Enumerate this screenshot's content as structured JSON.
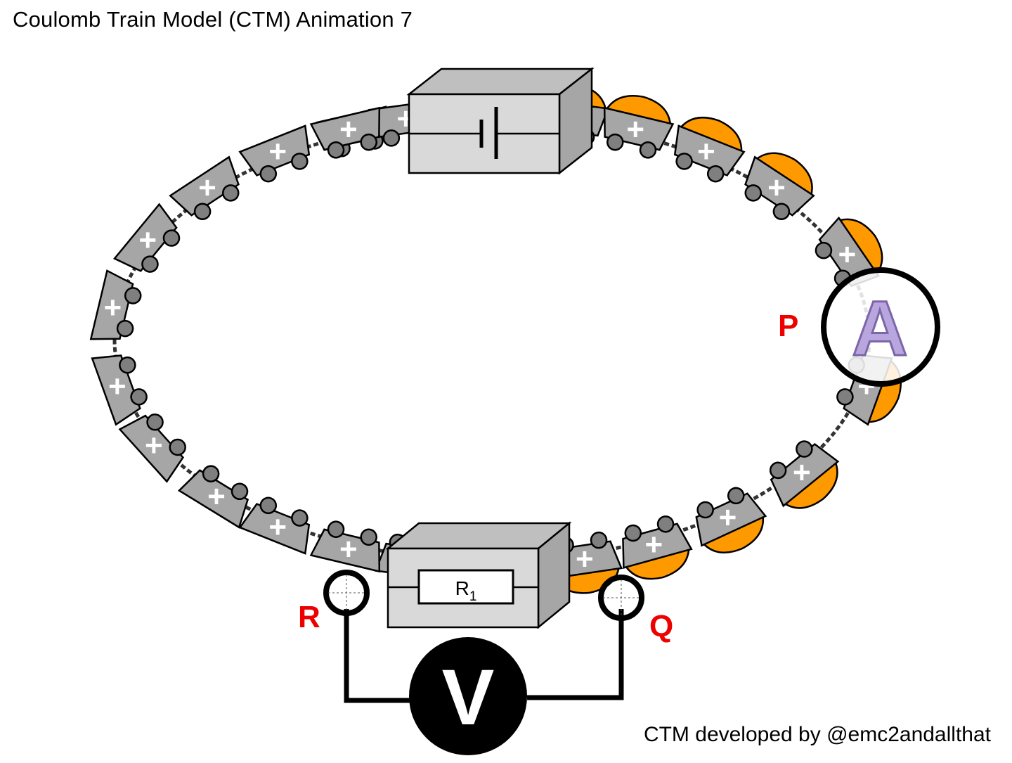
{
  "title": "Coulomb Train Model (CTM) Animation 7",
  "credit": "CTM developed by @emc2andallthat",
  "labels": {
    "point_p": "P",
    "point_q": "Q",
    "point_r": "R"
  },
  "ammeter": {
    "symbol": "A"
  },
  "voltmeter": {
    "symbol": "V"
  },
  "resistor": {
    "label": "R",
    "subscript": "1"
  },
  "cart": {
    "symbol": "+"
  },
  "colors": {
    "cart_body": "#a6a6a6",
    "wheel": "#7f7f7f",
    "energy_load": "#ff9900",
    "label_red": "#ee0000",
    "box_face": "#d9d9d9",
    "box_side": "#bfbfbf",
    "ammeter_letter": "#b9a6de"
  },
  "icons": {
    "cell": "battery-cell-symbol",
    "resistor": "resistor-symbol",
    "ammeter": "ammeter-icon",
    "voltmeter": "voltmeter-icon"
  }
}
